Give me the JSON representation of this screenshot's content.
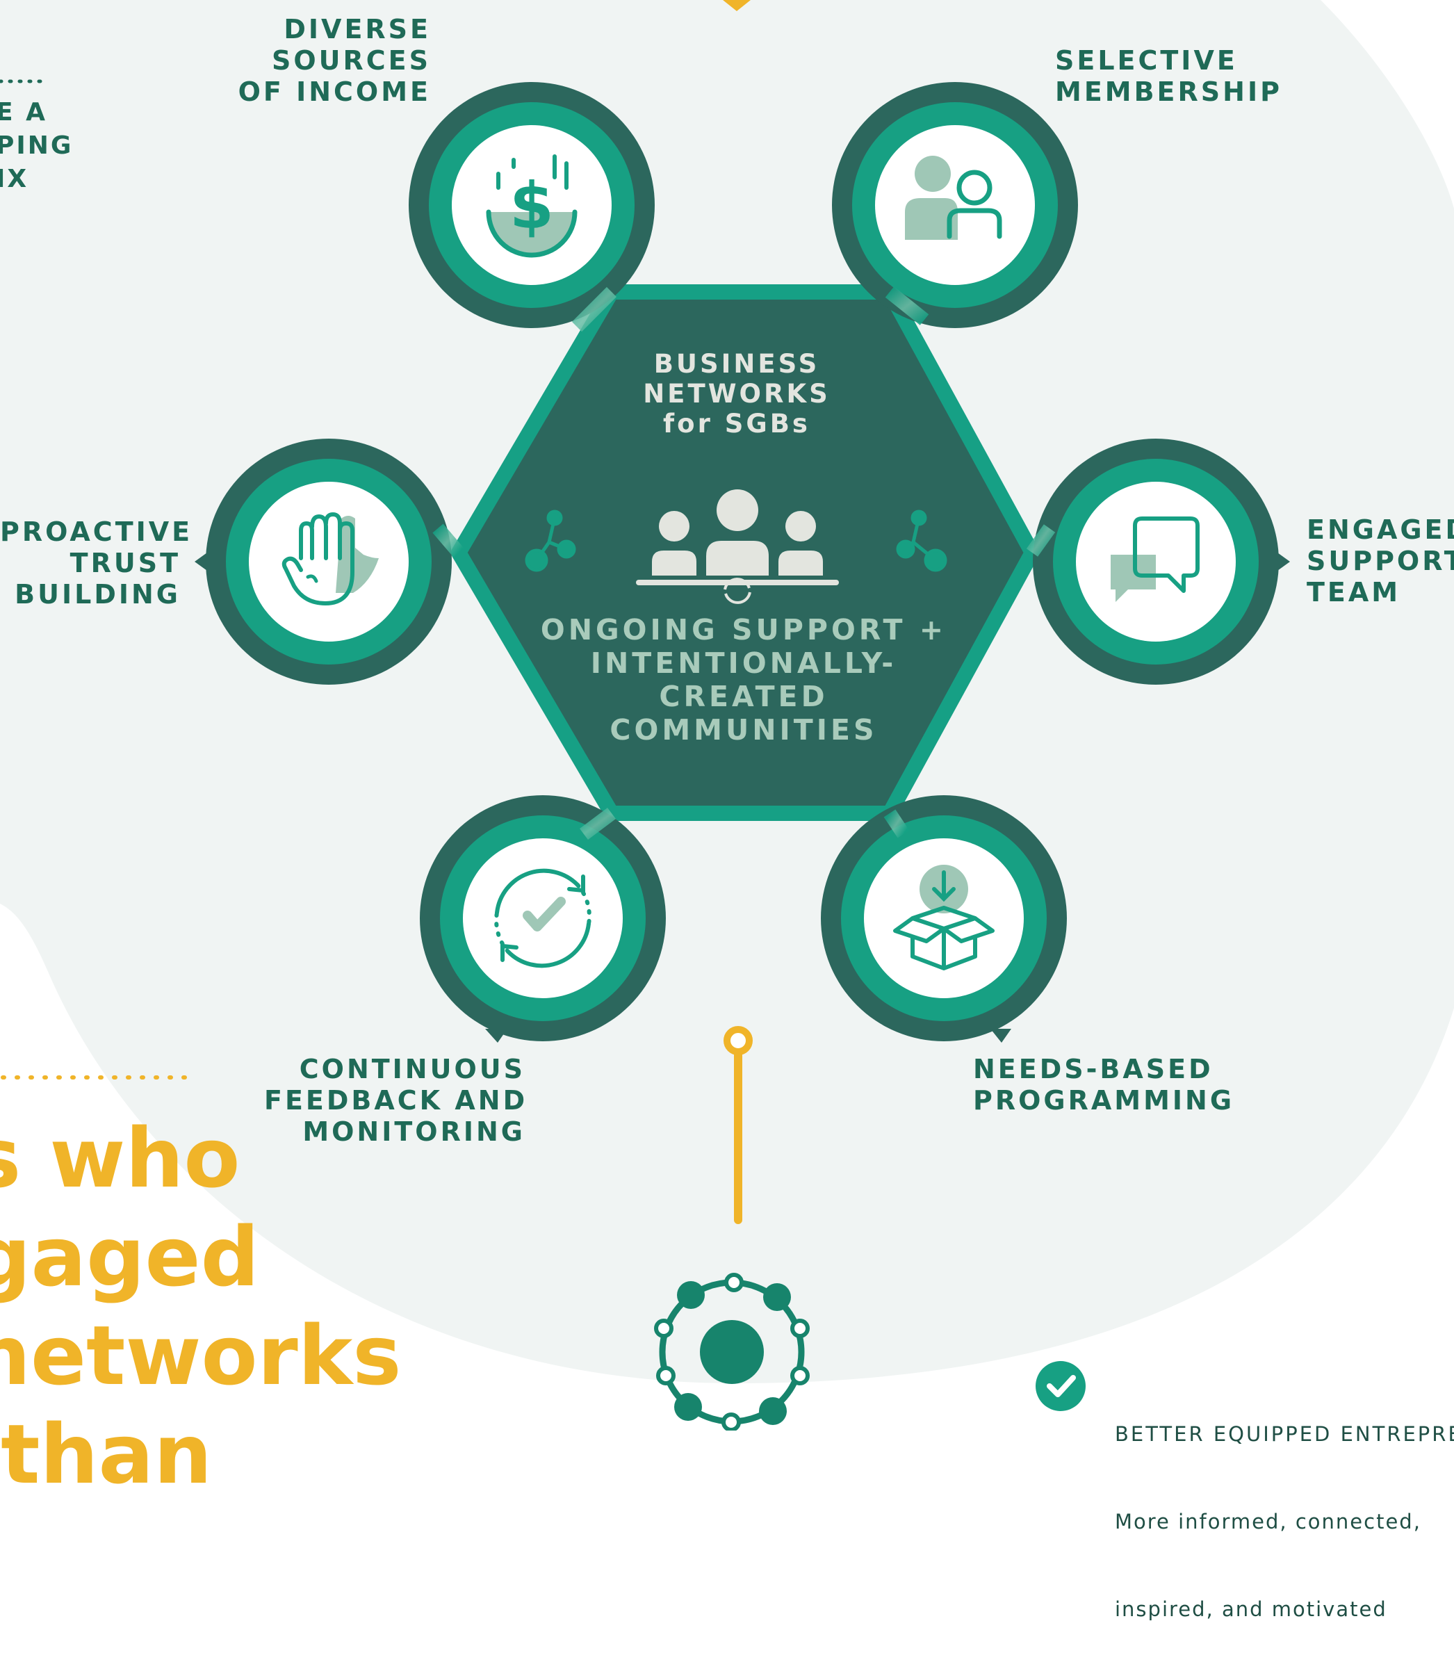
{
  "hub": {
    "title": "BUSINESS\nNETWORKS\nfor SGBs",
    "subtitle": "ONGOING SUPPORT +\nINTENTIONALLY-\nCREATED\nCOMMUNITIES"
  },
  "pillars": [
    {
      "id": "income",
      "label": "DIVERSE\nSOURCES\nOF INCOME",
      "icon": "dollar-bowl-icon"
    },
    {
      "id": "membership",
      "label": "SELECTIVE\nMEMBERSHIP",
      "icon": "people-icon"
    },
    {
      "id": "trust",
      "label": "PROACTIVE\nTRUST\nBUILDING",
      "icon": "raised-hands-icon"
    },
    {
      "id": "support",
      "label": "ENGAGED\nSUPPORT\nTEAM",
      "icon": "chat-bubbles-icon"
    },
    {
      "id": "feedback",
      "label": "CONTINUOUS\nFEEDBACK AND\nMONITORING",
      "icon": "cycle-check-icon"
    },
    {
      "id": "programming",
      "label": "NEEDS-BASED\nPROGRAMMING",
      "icon": "open-box-icon"
    }
  ],
  "partial_left": "E A\nPING\nIX",
  "headline_partial": "s who\ngaged\nnetworks\n than",
  "outcome": {
    "title": "BETTER EQUIPPED ENTREPRENEU",
    "line1": "More informed, connected,",
    "line2": "inspired, and motivated"
  },
  "colors": {
    "dark_green": "#2c675d",
    "teal": "#17a083",
    "teal_deep": "#1a8a72",
    "label_green": "#1f6a57",
    "sage": "#9fc7b6",
    "yellow": "#f0b429",
    "hub_text": "#e3e5df",
    "bg_light": "#f0f4f3"
  }
}
